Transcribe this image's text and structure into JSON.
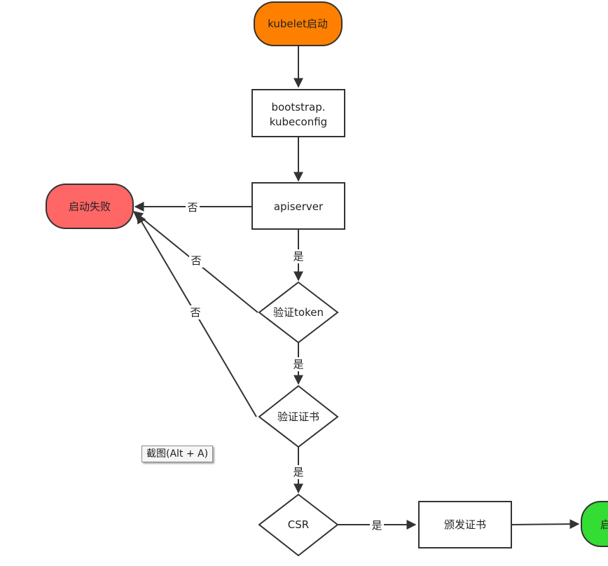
{
  "colors": {
    "start": "#ff8000",
    "fail": "#ff6666",
    "success": "#33dd33",
    "stroke": "#333333",
    "background": "#ffffff"
  },
  "nodes": {
    "kubelet_start": "kubelet启动",
    "bootstrap_line1": "bootstrap.",
    "bootstrap_line2": "kubeconfig",
    "apiserver": "apiserver",
    "start_failed": "启动失败",
    "verify_token": "验证token",
    "verify_cert": "验证证书",
    "csr": "CSR",
    "issue_cert": "颁发证书",
    "start_success_partial": "启"
  },
  "edges": {
    "yes": "是",
    "no": "否"
  },
  "tooltip": {
    "text": "截图(Alt + A)"
  }
}
